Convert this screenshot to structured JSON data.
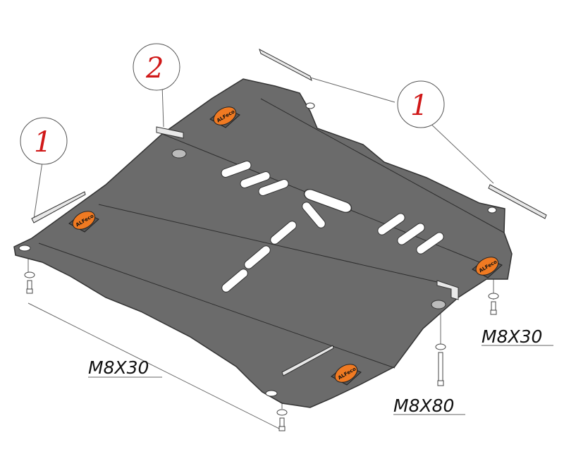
{
  "callouts": [
    {
      "number": "1"
    },
    {
      "number": "2"
    },
    {
      "number": "1"
    }
  ],
  "bolt_labels": {
    "left": "M8X30",
    "right": "M8X30",
    "center": "M8X80"
  },
  "logo": "ALFeco",
  "colors": {
    "plate": "#6b6b6b",
    "plate_edge": "#3a3a3a",
    "logo": "#f07a22",
    "callout_number": "#d01818"
  }
}
